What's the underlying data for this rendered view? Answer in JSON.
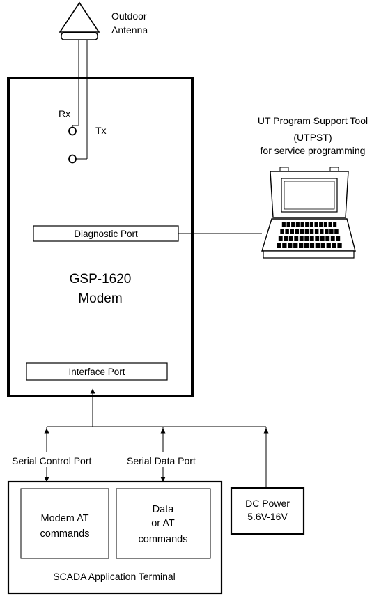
{
  "antenna": {
    "label_line1": "Outdoor",
    "label_line2": "Antenna"
  },
  "modem": {
    "rx_label": "Rx",
    "tx_label": "Tx",
    "diagnostic_port": "Diagnostic Port",
    "name_line1": "GSP-1620",
    "name_line2": "Modem",
    "interface_port": "Interface Port"
  },
  "support_tool": {
    "line1": "UT Program Support Tool",
    "line2": "(UTPST)",
    "line3": "for service programming"
  },
  "ports": {
    "serial_control": "Serial Control Port",
    "serial_data": "Serial Data Port"
  },
  "terminal": {
    "modem_at_line1": "Modem AT",
    "modem_at_line2": "commands",
    "data_line1": "Data",
    "data_line2": "or AT",
    "data_line3": "commands",
    "title": "SCADA Application Terminal"
  },
  "power": {
    "line1": "DC Power",
    "line2": "5.6V-16V"
  }
}
